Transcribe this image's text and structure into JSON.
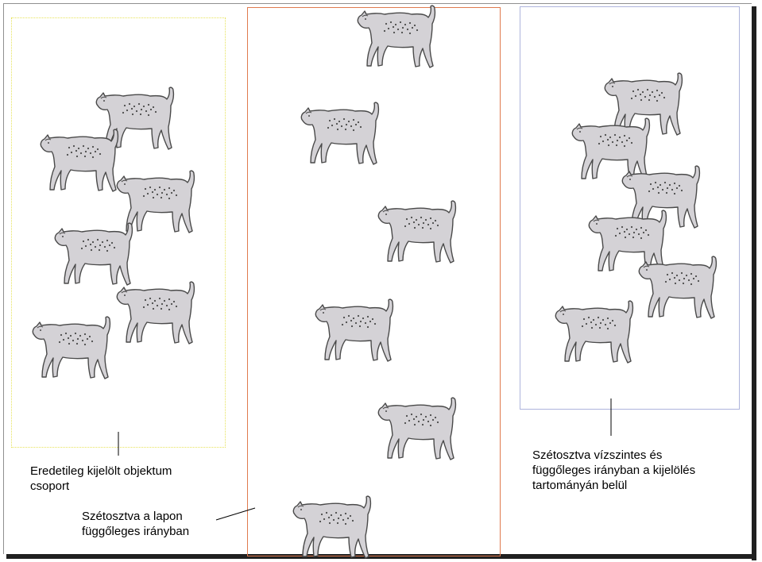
{
  "captions": {
    "original": "Eredetileg kijelölt objektum\ncsoport",
    "page": "Szétosztva a lapon\nfüggőleges irányban",
    "range": "Szétosztva vízszintes és\nfüggőleges irányban a kijelölés\ntartományán belül"
  },
  "colors": {
    "hyena_fill": "#d4d2d6",
    "hyena_outline": "#4a4a4a",
    "frame_original": "#e7e35a",
    "frame_page": "#e07a4e",
    "frame_selection": "#aeb4dc"
  },
  "icon": "hyena-icon"
}
